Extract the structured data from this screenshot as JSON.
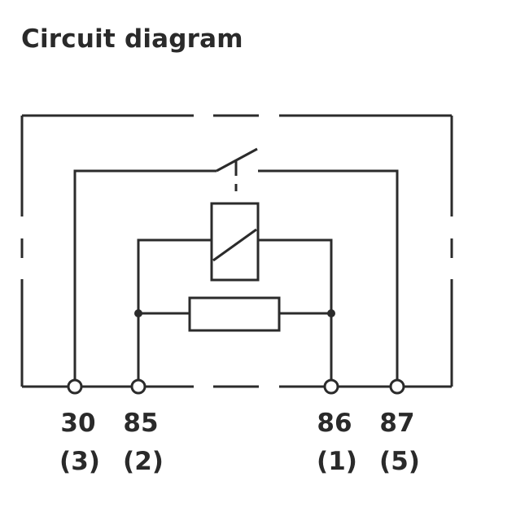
{
  "title": "Circuit diagram",
  "terminals": [
    {
      "number": "30",
      "pin": "(3)"
    },
    {
      "number": "85",
      "pin": "(2)"
    },
    {
      "number": "86",
      "pin": "(1)"
    },
    {
      "number": "87",
      "pin": "(5)"
    }
  ],
  "components": {
    "coil": "relay-coil",
    "resistor": "parallel-resistor",
    "switch": "normally-open-contact"
  },
  "colors": {
    "line": "#2b2b2b",
    "text": "#2a2a2a",
    "background": "#ffffff"
  }
}
